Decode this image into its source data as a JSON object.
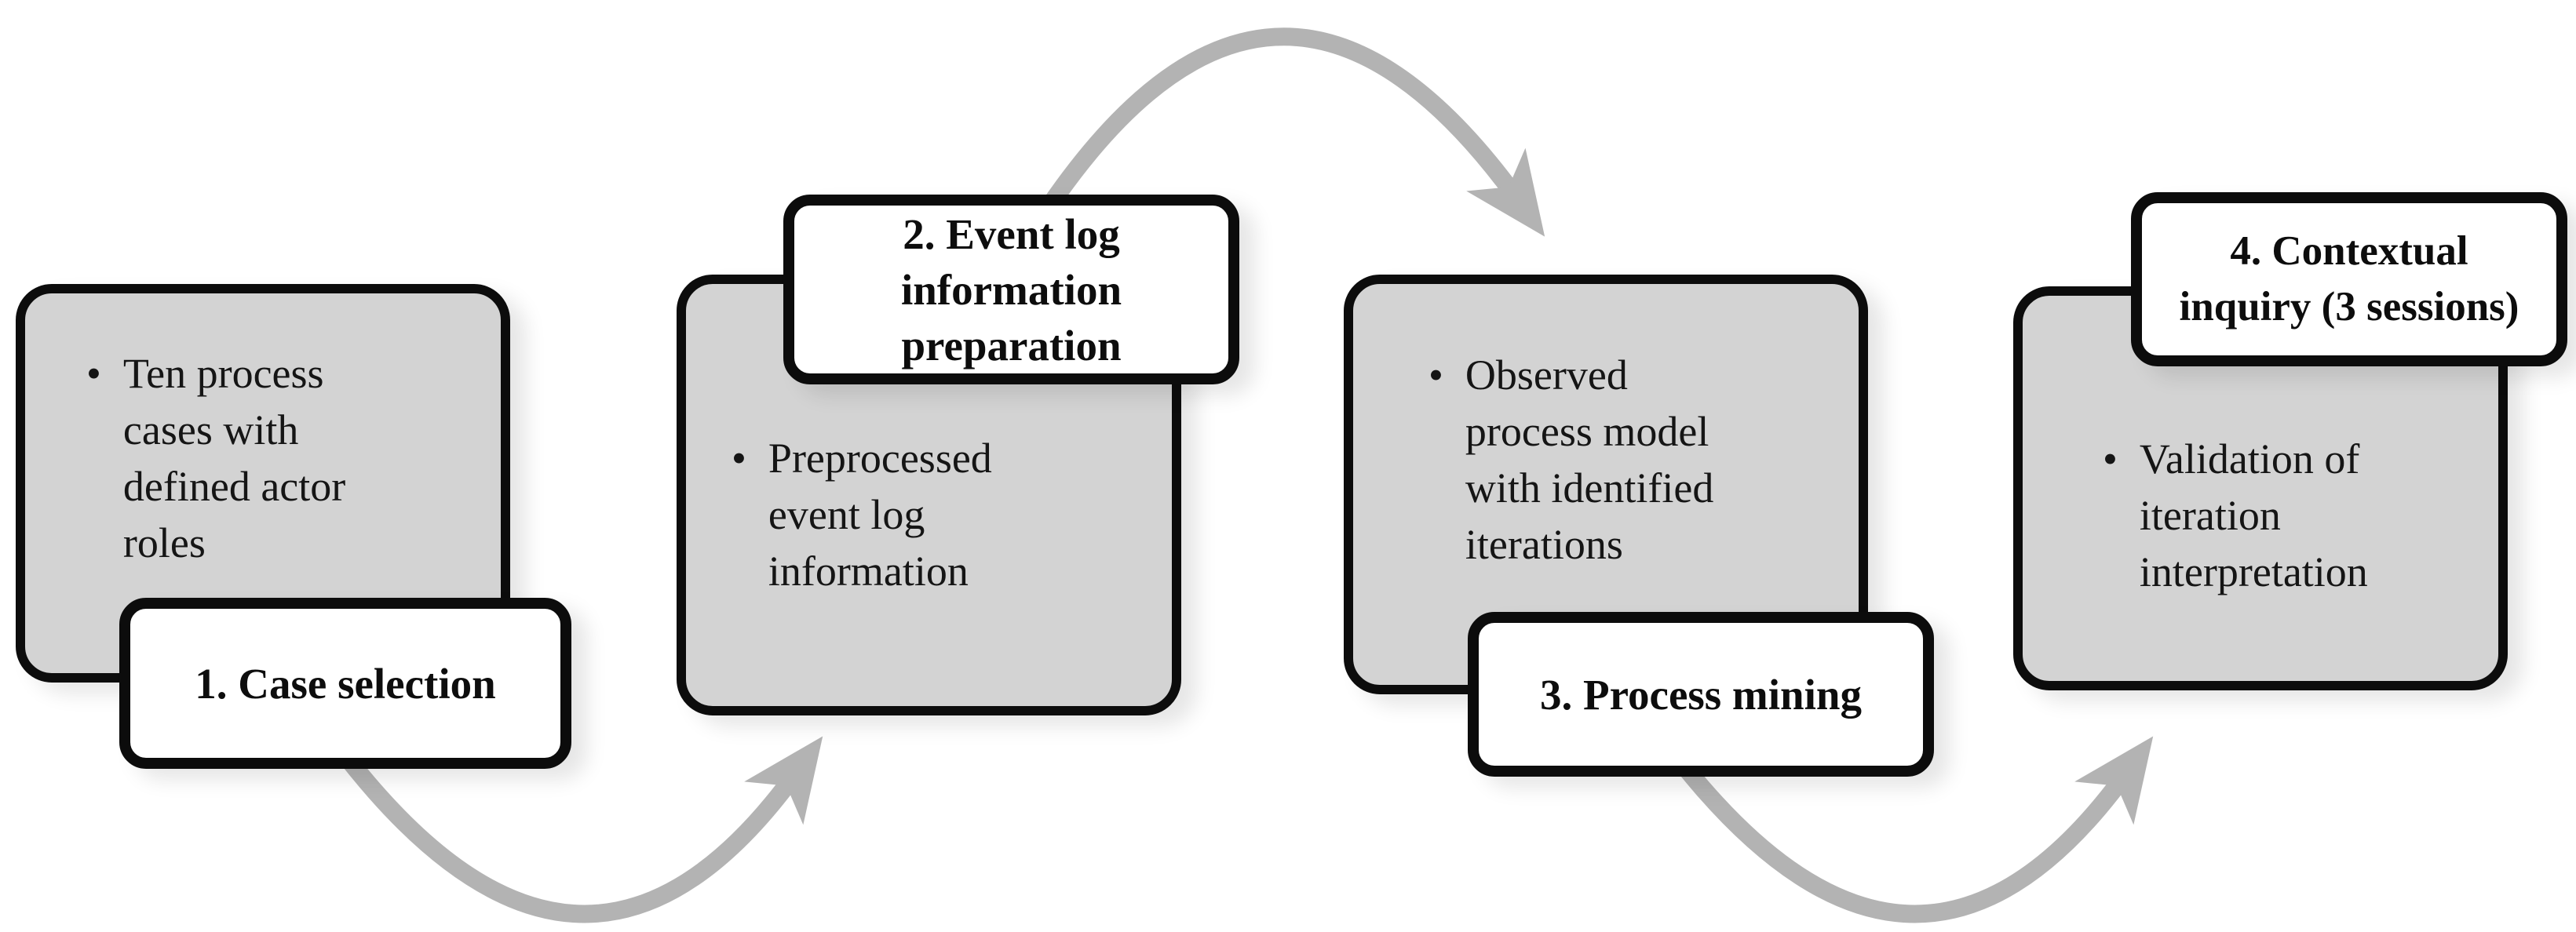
{
  "diagram": {
    "bullet_char": "•",
    "colors": {
      "background": "#ffffff",
      "box_fill": "#d3d3d3",
      "box_border": "#0c0c0c",
      "label_fill": "#ffffff",
      "arrow": "#b3b3b3",
      "text": "#151515"
    },
    "steps": [
      {
        "label_lines": [
          "1. Case selection"
        ],
        "bullet_lines": [
          "Ten process",
          "cases with",
          "defined actor",
          "roles"
        ]
      },
      {
        "label_lines": [
          "2. Event log",
          "information",
          "preparation"
        ],
        "bullet_lines": [
          "Preprocessed",
          "event log",
          "information"
        ]
      },
      {
        "label_lines": [
          "3. Process mining"
        ],
        "bullet_lines": [
          "Observed",
          "process model",
          "with identified",
          "iterations"
        ]
      },
      {
        "label_lines": [
          "4. Contextual",
          "inquiry (3 sessions)"
        ],
        "bullet_lines": [
          "Validation of",
          "iteration",
          "interpretation"
        ]
      }
    ]
  }
}
